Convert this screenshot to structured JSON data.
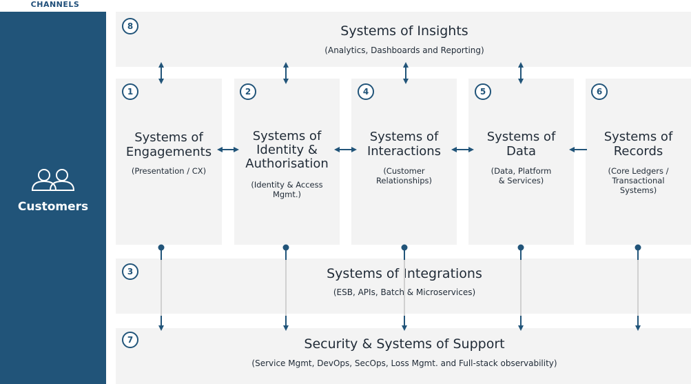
{
  "channels": {
    "label": "CHANNELS",
    "customers_label": "Customers",
    "icon": "users-icon"
  },
  "insights": {
    "number": "8",
    "title": "Systems of Insights",
    "subtitle": "(Analytics, Dashboards and Reporting)"
  },
  "columns": [
    {
      "number": "1",
      "title_lines": [
        "Systems of",
        "Engagements"
      ],
      "subtitle_lines": [
        "(Presentation / CX)"
      ]
    },
    {
      "number": "2",
      "title_lines": [
        "Systems of",
        "Identity &",
        "Authorisation"
      ],
      "subtitle_lines": [
        "(Identity & Access",
        "Mgmt.)"
      ]
    },
    {
      "number": "4",
      "title_lines": [
        "Systems of",
        "Interactions"
      ],
      "subtitle_lines": [
        "(Customer",
        "Relationships)"
      ]
    },
    {
      "number": "5",
      "title_lines": [
        "Systems of",
        "Data"
      ],
      "subtitle_lines": [
        "(Data, Platform",
        "& Services)"
      ]
    },
    {
      "number": "6",
      "title_lines": [
        "Systems of",
        "Records"
      ],
      "subtitle_lines": [
        "(Core Ledgers /",
        "Transactional",
        "Systems)"
      ]
    }
  ],
  "integrations": {
    "number": "3",
    "title": "Systems of Integrations",
    "subtitle": "(ESB, APIs, Batch & Microservices)"
  },
  "support": {
    "number": "7",
    "title": "Security & Systems of Support",
    "subtitle": "(Service Mgmt, DevOps, SecOps, Loss Mgmt. and Full-stack observability)"
  },
  "colors": {
    "navy": "#215479",
    "panel": "#f3f3f3",
    "connector": "#d0d0d0"
  }
}
